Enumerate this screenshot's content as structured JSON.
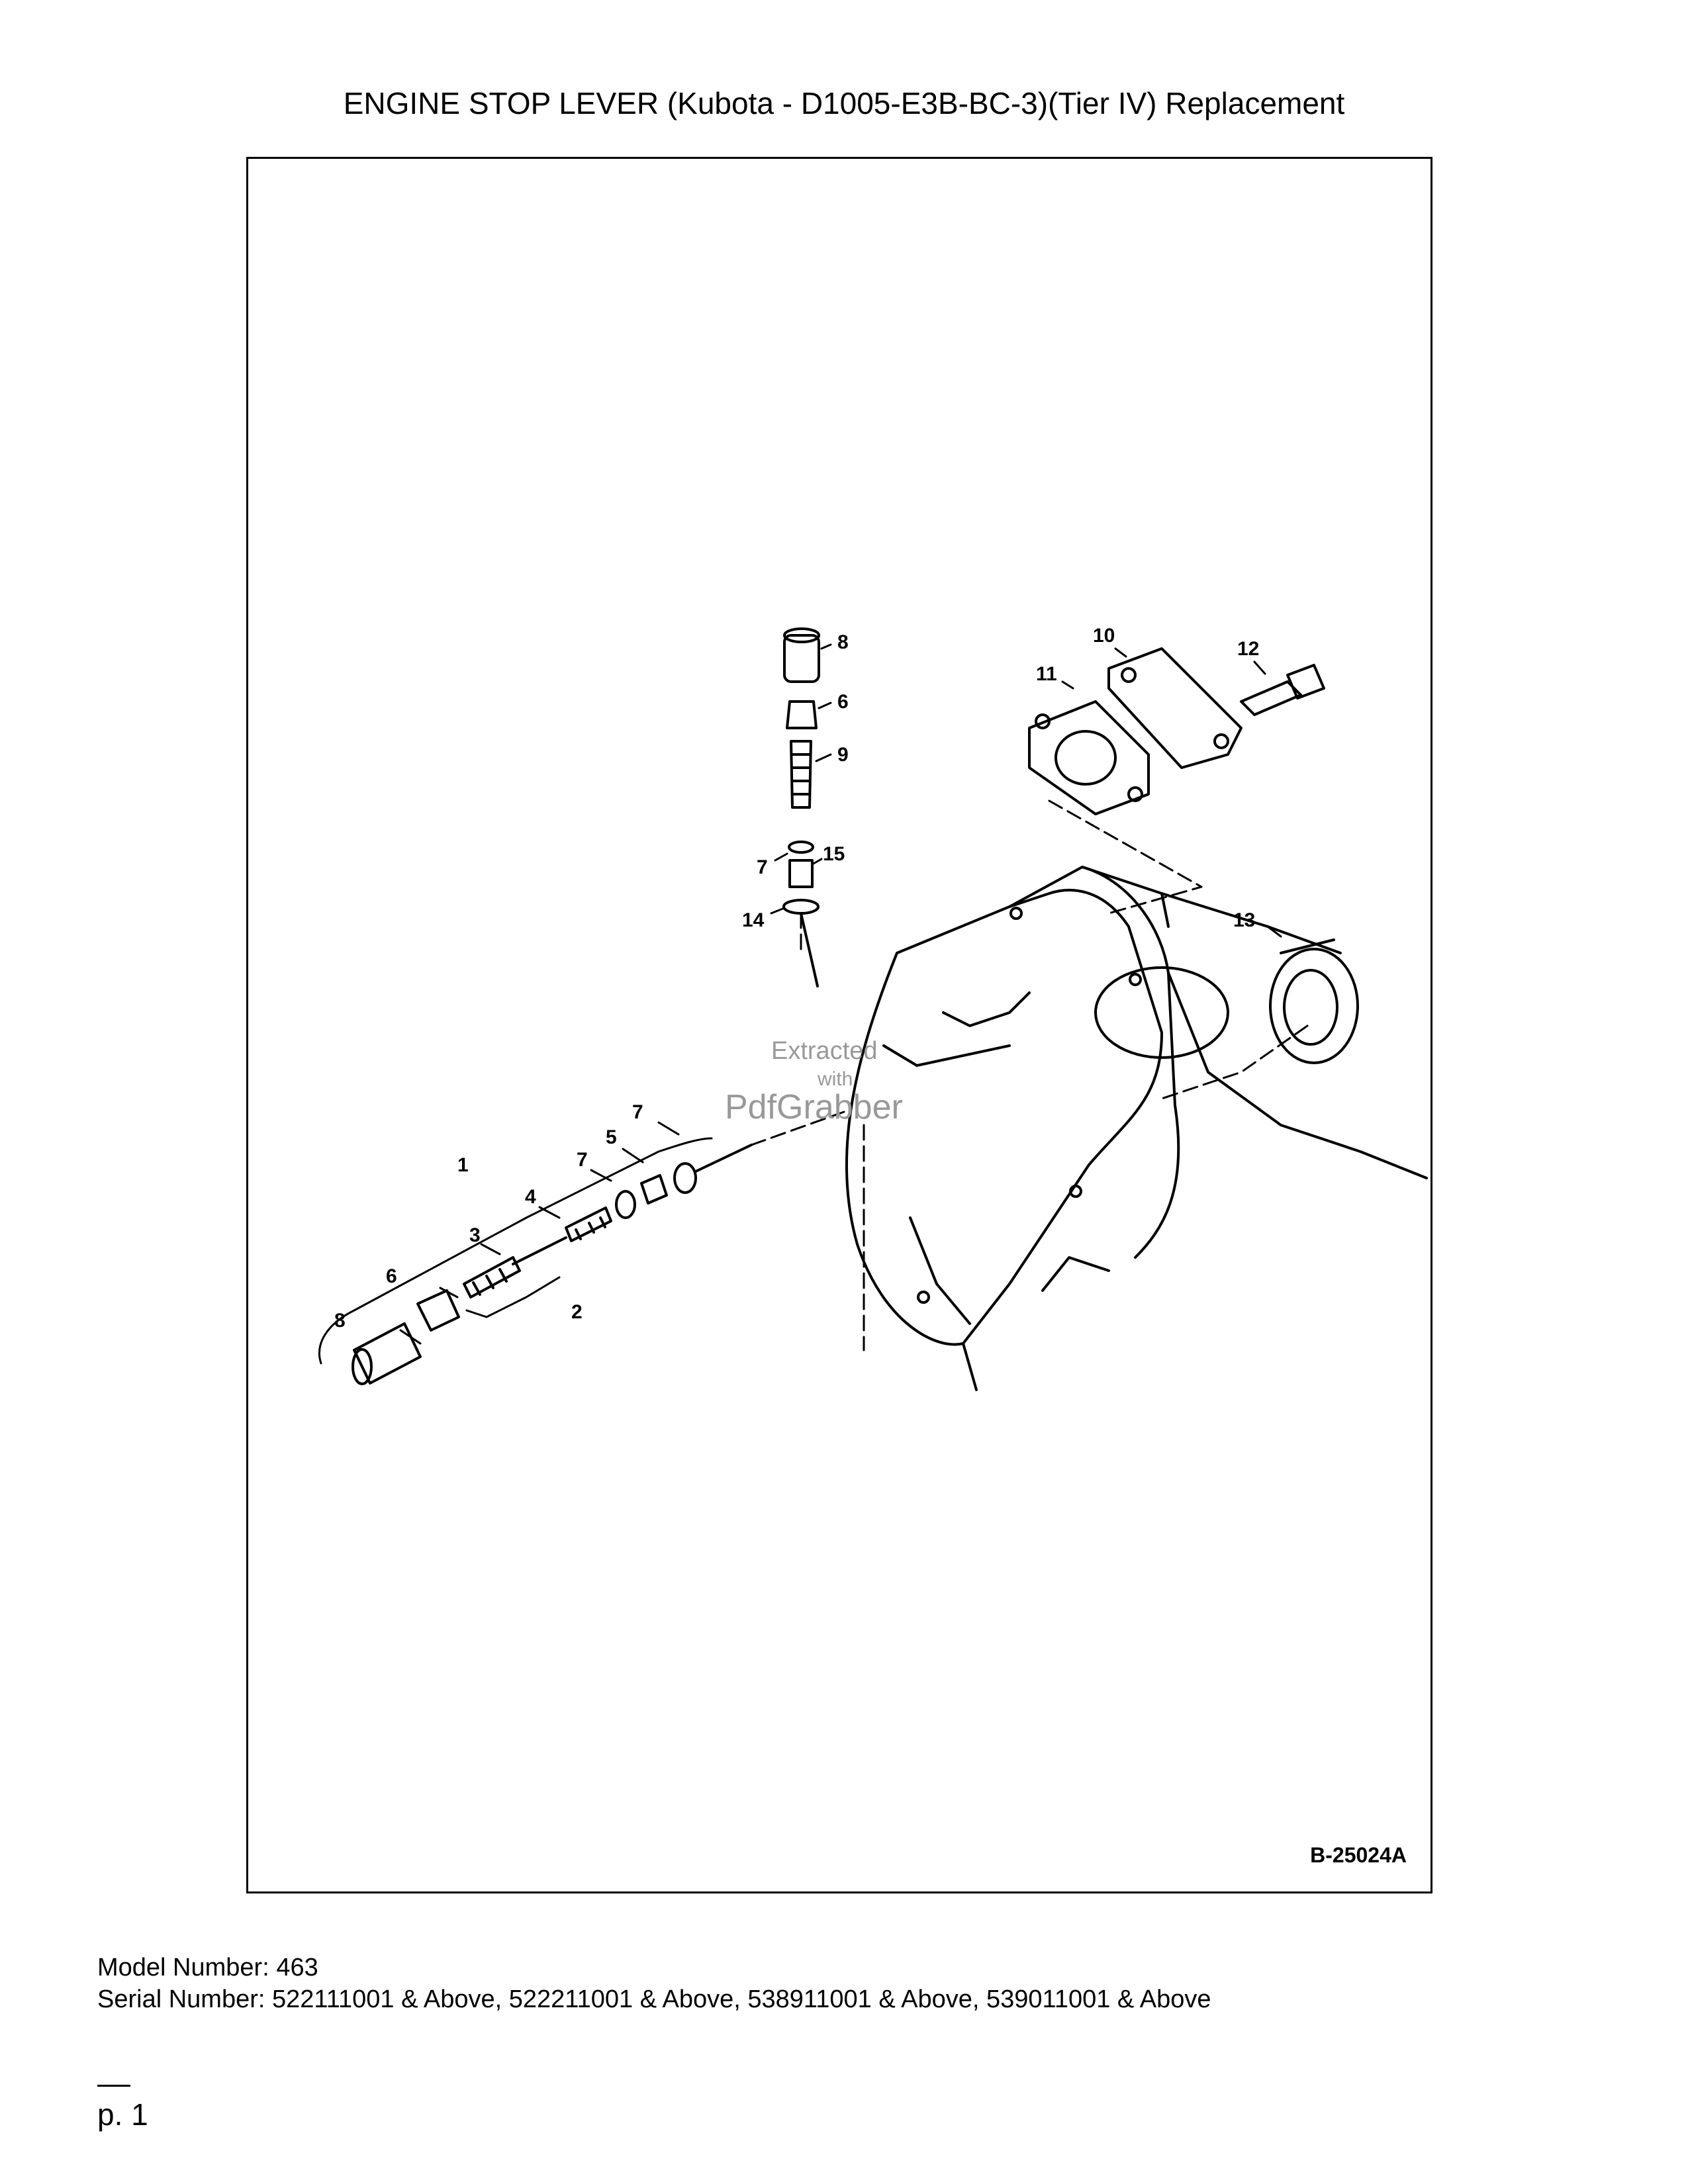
{
  "title": "ENGINE STOP LEVER (Kubota - D1005-E3B-BC-3)(Tier IV) Replacement",
  "figure": {
    "code": "B-25024A",
    "callouts": {
      "c1": "1",
      "c2": "2",
      "c3": "3",
      "c4": "4",
      "c5": "5",
      "c6a": "6",
      "c6b": "6",
      "c7a": "7",
      "c7b": "7",
      "c7c": "7",
      "c8a": "8",
      "c8b": "8",
      "c9": "9",
      "c10": "10",
      "c11": "11",
      "c12": "12",
      "c13": "13",
      "c14": "14",
      "c15": "15"
    },
    "watermark": {
      "line1": "Extracted",
      "line2": "with",
      "line3": "PdfGrabber"
    }
  },
  "model_number": "Model Number: 463",
  "serial_number": "Serial Number: 522111001 & Above, 522211001 & Above, 538911001 & Above, 539011001 & Above",
  "page_label": "p. 1"
}
